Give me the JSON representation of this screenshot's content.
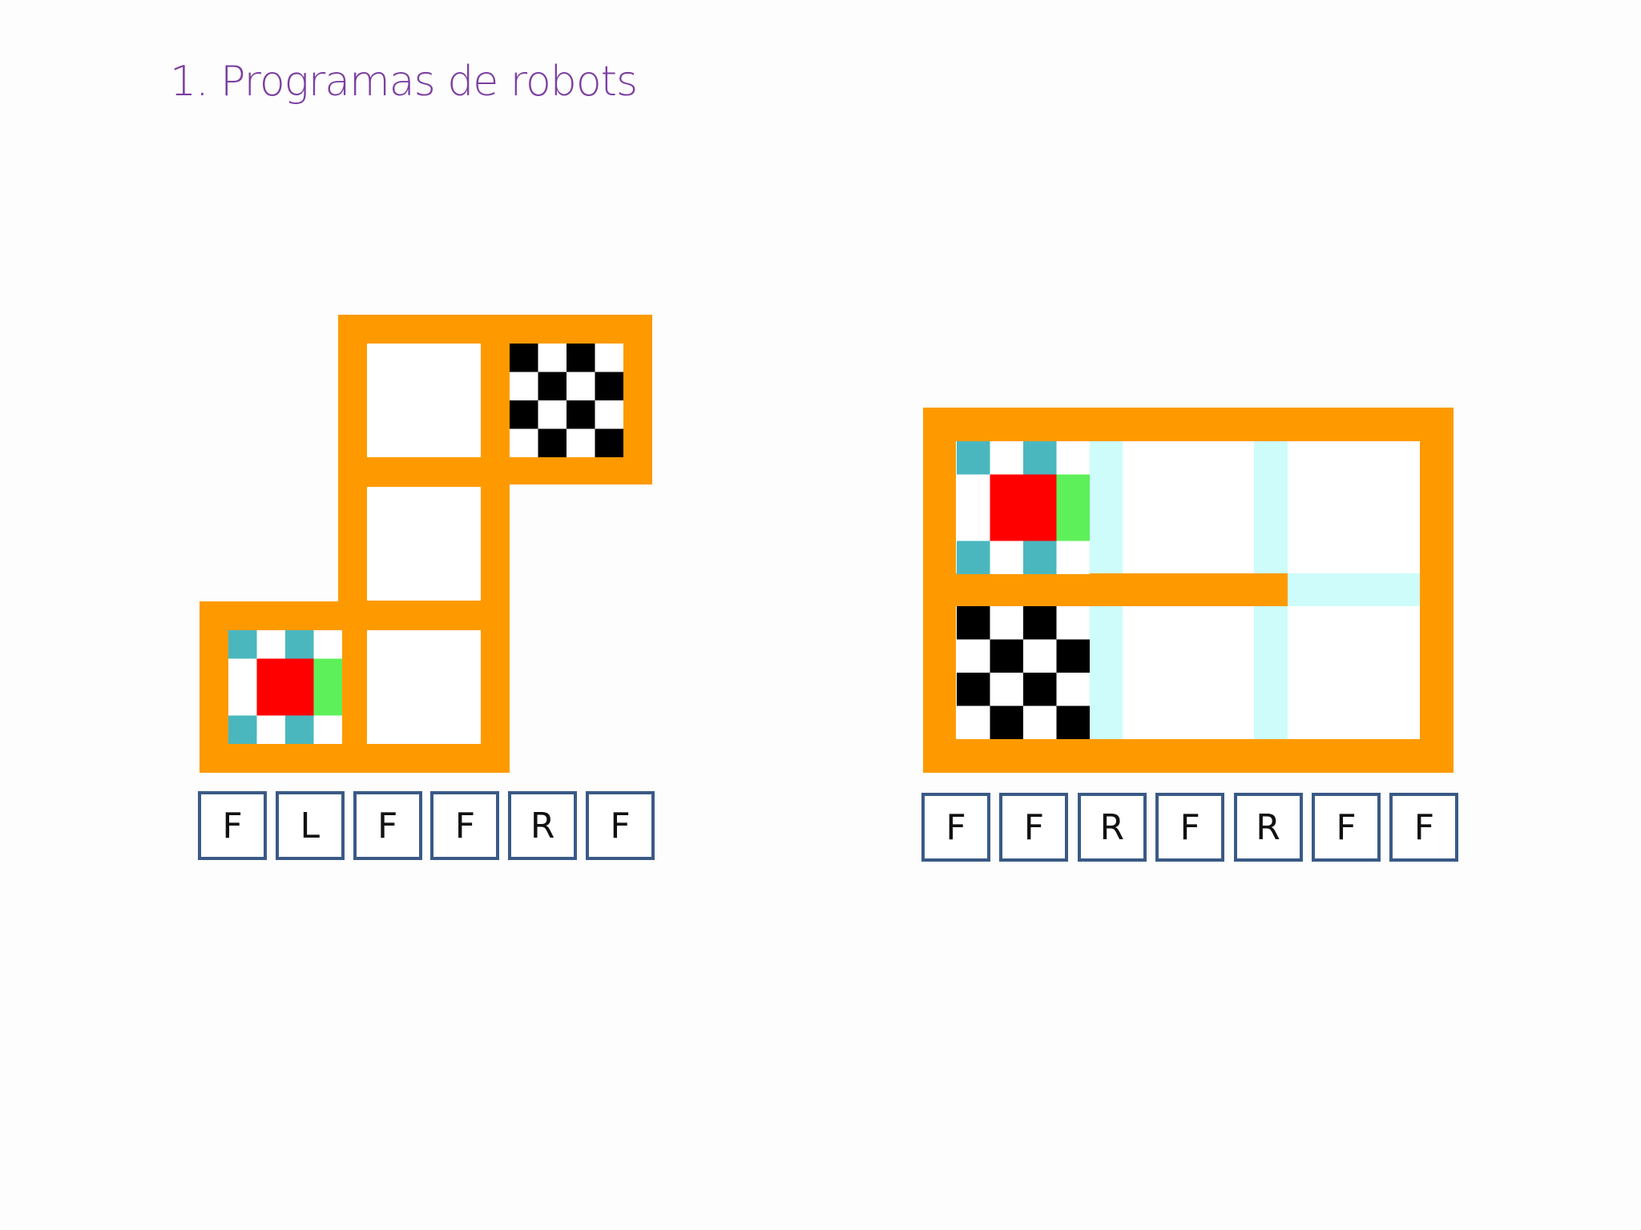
{
  "title": "1. Programas de robots",
  "colors": {
    "wall": "#fe9a00",
    "robot_body": "#fe0000",
    "robot_front": "#5ef05a",
    "robot_wheel": "#4ab7bf",
    "track": "#cdfcfb",
    "goal_dark": "#000000",
    "goal_light": "#ffffff",
    "card_border": "#3a5a86"
  },
  "puzzle1": {
    "program": [
      "F",
      "L",
      "F",
      "F",
      "R",
      "F"
    ],
    "robot_facing": "right",
    "goal_icon": "checkered-flag"
  },
  "puzzle2": {
    "program": [
      "F",
      "F",
      "R",
      "F",
      "R",
      "F",
      "F"
    ],
    "robot_facing": "right",
    "goal_icon": "checkered-flag"
  }
}
